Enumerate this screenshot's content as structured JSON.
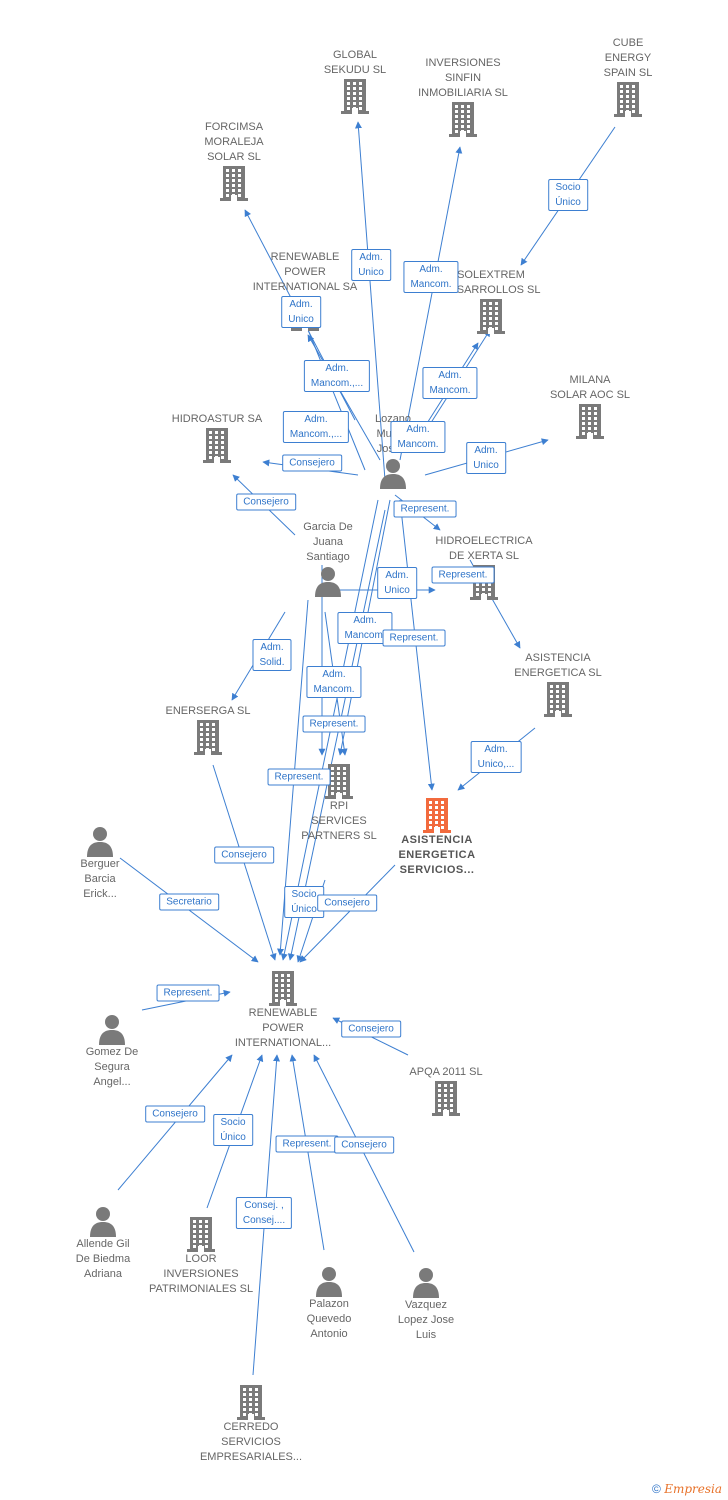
{
  "nodes": [
    {
      "id": "global",
      "type": "company",
      "label": "GLOBAL\nSEKUDU SL"
    },
    {
      "id": "inversiones",
      "type": "company",
      "label": "INVERSIONES\nSINFIN\nINMOBILIARIA SL"
    },
    {
      "id": "cube",
      "type": "company",
      "label": "CUBE\nENERGY\nSPAIN SL"
    },
    {
      "id": "forcimsa",
      "type": "company",
      "label": "FORCIMSA\nMORALEJA\nSOLAR SL"
    },
    {
      "id": "renewable_sa",
      "type": "company",
      "label": "RENEWABLE\nPOWER\nINTERNATIONAL SA"
    },
    {
      "id": "solextrem",
      "type": "company",
      "label": "SOLEXTREM\nDESARROLLOS SL"
    },
    {
      "id": "milana",
      "type": "company",
      "label": "MILANA\nSOLAR AOC SL"
    },
    {
      "id": "hidroastur",
      "type": "company",
      "label": "HIDROASTUR SA"
    },
    {
      "id": "lozano",
      "type": "person",
      "label": "Lozano\nMuñoz\nJose..."
    },
    {
      "id": "garcia",
      "type": "person",
      "label": "Garcia De\nJuana\nSantiago"
    },
    {
      "id": "hidroelectrica",
      "type": "company",
      "label": "HIDROELECTRICA\nDE XERTA SL"
    },
    {
      "id": "asistencia_sl",
      "type": "company",
      "label": "ASISTENCIA\nENERGETICA SL"
    },
    {
      "id": "enerserga",
      "type": "company",
      "label": "ENERSERGA SL"
    },
    {
      "id": "rpi",
      "type": "company",
      "label": "RPI\nSERVICES\nPARTNERS  SL"
    },
    {
      "id": "asistencia_serv",
      "type": "focus",
      "label": "ASISTENCIA\nENERGETICA\nSERVICIOS..."
    },
    {
      "id": "berguer",
      "type": "person",
      "label": "Berguer\nBarcia\nErick..."
    },
    {
      "id": "renewable_int",
      "type": "company",
      "label": "RENEWABLE\nPOWER\nINTERNATIONAL..."
    },
    {
      "id": "gomez",
      "type": "person",
      "label": "Gomez De\nSegura\nAngel..."
    },
    {
      "id": "apqa",
      "type": "company",
      "label": "APQA 2011 SL"
    },
    {
      "id": "allende",
      "type": "person",
      "label": "Allende Gil\nDe Biedma\nAdriana"
    },
    {
      "id": "loor",
      "type": "company",
      "label": "LOOR\nINVERSIONES\nPATRIMONIALES SL"
    },
    {
      "id": "palazon",
      "type": "person",
      "label": "Palazon\nQuevedo\nAntonio"
    },
    {
      "id": "vazquez",
      "type": "person",
      "label": "Vazquez\nLopez Jose\nLuis"
    },
    {
      "id": "cerredo",
      "type": "company",
      "label": "CERREDO\nSERVICIOS\nEMPRESARIALES..."
    }
  ],
  "relations": [
    "Socio\nÚnico",
    "Adm.\nUnico",
    "Adm.\nMancom.",
    "Adm.\nUnico",
    "Adm.\nMancom.,...",
    "Adm.\nMancom.",
    "Adm.\nMancom.,...",
    "Adm.\nMancom.",
    "Adm.\nUnico",
    "Consejero",
    "Consejero",
    "Represent.",
    "Represent.",
    "Adm.\nUnico",
    "Adm.\nMancom.",
    "Represent.",
    "Adm.\nSolid.",
    "Adm.\nMancom.",
    "Adm.\nUnico,...",
    "Represent.",
    "Represent.",
    "Consejero",
    "Secretario",
    "Socio\nÚnico",
    "Consejero",
    "Represent.",
    "Consejero",
    "Consejero",
    "Socio\nÚnico",
    "Represent.",
    "Consejero",
    "Consej. ,\nConsej...."
  ],
  "colors": {
    "edge": "#3d7fd1",
    "icon": "#7a7a7a",
    "focus": "#f26a3d",
    "text": "#666666"
  },
  "footer": {
    "copyright": "©",
    "brand": "Empresia"
  }
}
